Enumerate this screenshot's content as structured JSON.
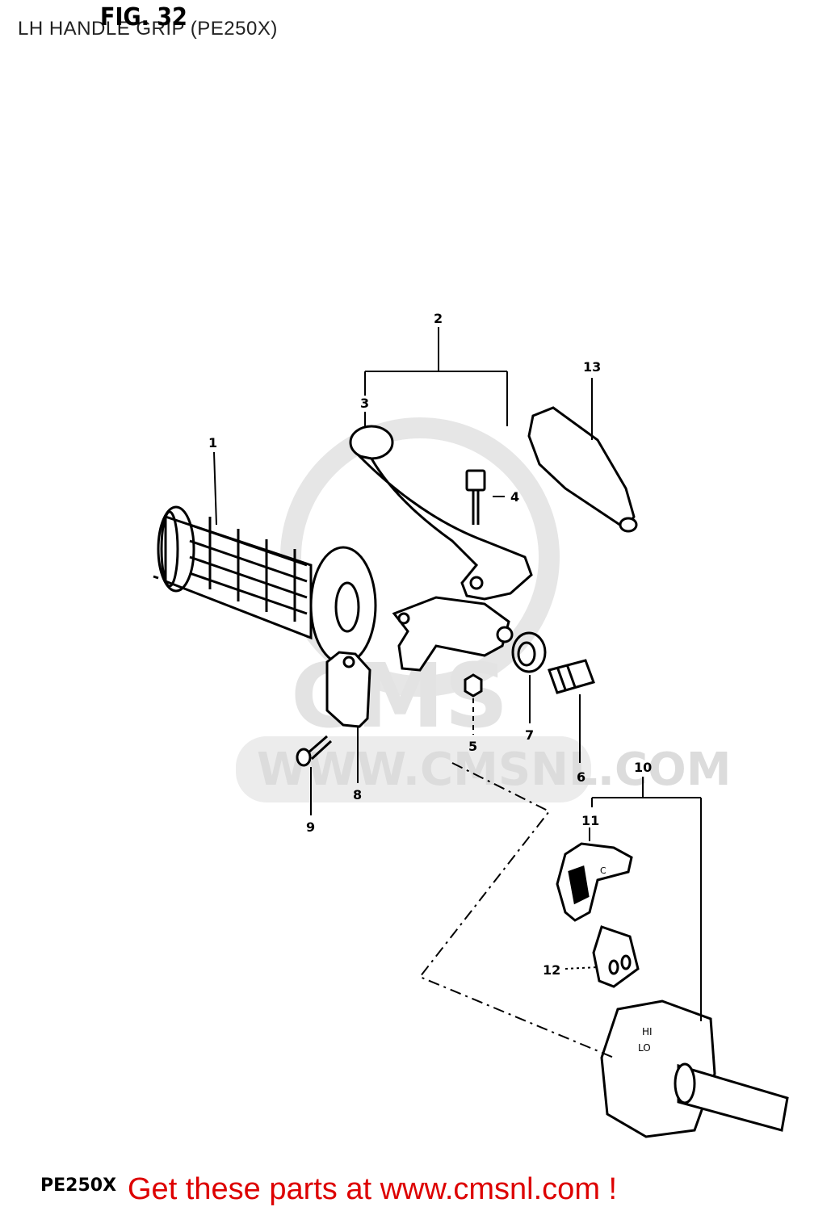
{
  "title": "LH HANDLE GRIP (PE250X)",
  "figure_label": "FIG. 32",
  "model_mark": "PE250X",
  "watermark": {
    "url": "WWW.CMSNL.COM",
    "logo": "CMS"
  },
  "promo_text": "Get these parts at www.cmsnl.com !",
  "switch_labels": {
    "hi": "HI",
    "lo": "LO",
    "c": "C"
  },
  "callouts": [
    {
      "id": "1",
      "label": "1"
    },
    {
      "id": "2",
      "label": "2"
    },
    {
      "id": "3",
      "label": "3"
    },
    {
      "id": "4",
      "label": "4"
    },
    {
      "id": "5",
      "label": "5"
    },
    {
      "id": "6",
      "label": "6"
    },
    {
      "id": "7",
      "label": "7"
    },
    {
      "id": "8",
      "label": "8"
    },
    {
      "id": "9",
      "label": "9"
    },
    {
      "id": "10",
      "label": "10"
    },
    {
      "id": "11",
      "label": "11"
    },
    {
      "id": "12",
      "label": "12"
    },
    {
      "id": "13",
      "label": "13"
    }
  ],
  "colors": {
    "promo": "#dd0000",
    "ink": "#000000",
    "watermark": "#dcdcdc"
  }
}
